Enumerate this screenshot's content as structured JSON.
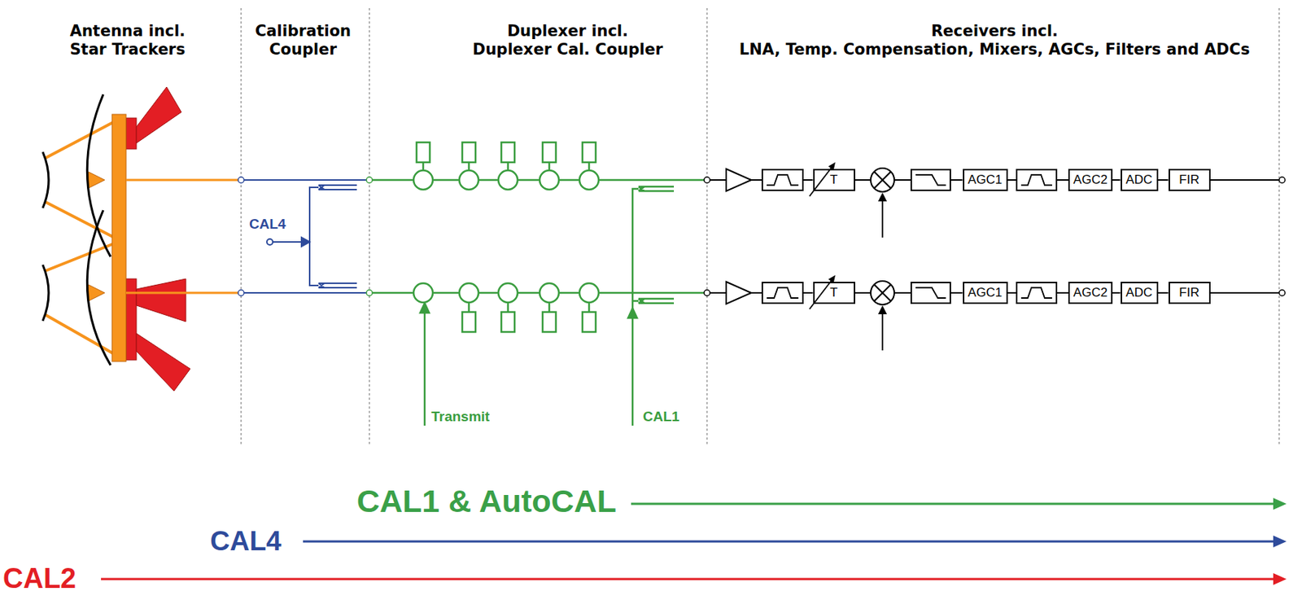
{
  "diagram": {
    "nodes": [
      {
        "text": [
          "T"
        ]
      },
      {
        "text": [
          "AGC1"
        ]
      },
      {
        "text": [
          "AGC2"
        ]
      },
      {
        "text": [
          "ADC"
        ]
      },
      {
        "text": [
          "FIR"
        ]
      },
      {
        "text": [
          "T"
        ]
      },
      {
        "text": [
          "AGC1"
        ]
      },
      {
        "text": [
          "AGC2"
        ]
      },
      {
        "text": [
          "ADC"
        ]
      },
      {
        "text": [
          "FIR"
        ]
      }
    ],
    "edges": [
      {
        "from": 2,
        "to": 3,
        "arrow": "none"
      },
      {
        "from": 3,
        "to": 4,
        "arrow": "none"
      },
      {
        "from": 7,
        "to": 8,
        "arrow": "none"
      },
      {
        "from": 8,
        "to": 9,
        "arrow": "none"
      }
    ],
    "labels": [
      "Antenna incl. Star Trackers",
      "Calibration Coupler",
      "Duplexer incl. Duplexer Cal. Coupler",
      "Receivers incl. LNA, Temp. Compensation, Mixers, AGCs, Filters and ADCs",
      "CAL4",
      "Transmit",
      "CAL1",
      "CAL1 & AutoCAL",
      "CAL4",
      "CAL2"
    ]
  }
}
